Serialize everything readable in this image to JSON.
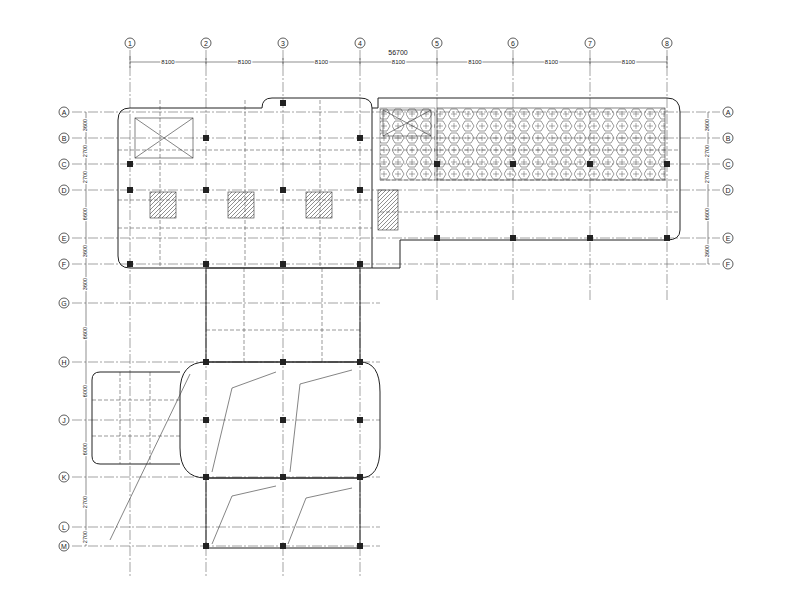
{
  "diagram": {
    "labels": [
      "1",
      "2",
      "3",
      "4",
      "5",
      "6",
      "7",
      "8",
      "56700",
      "8100",
      "8100",
      "8100",
      "8100",
      "8100",
      "8100",
      "8100",
      "A",
      "B",
      "C",
      "D",
      "E",
      "F",
      "G",
      "H",
      "J",
      "K",
      "L",
      "M",
      "A",
      "B",
      "C",
      "D",
      "E",
      "F",
      "3600",
      "2700",
      "2700",
      "6600",
      "3600",
      "3600",
      "6600",
      "6000",
      "6000",
      "2700",
      "2700",
      "3600",
      "2700",
      "2700",
      "6600",
      "3600"
    ]
  }
}
